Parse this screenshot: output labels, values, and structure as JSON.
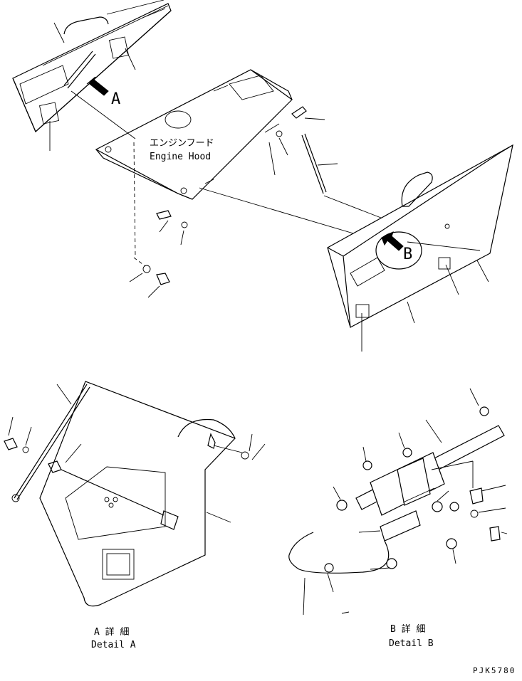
{
  "labels": {
    "hood_jp": "エンジンフード",
    "hood_en": "Engine Hood",
    "arrow_a": "A",
    "arrow_b": "B",
    "detail_a_jp": "A 詳 細",
    "detail_a_en": "Detail A",
    "detail_b_jp": "B 詳 細",
    "detail_b_en": "Detail B",
    "drawing_code": "PJK5780"
  }
}
